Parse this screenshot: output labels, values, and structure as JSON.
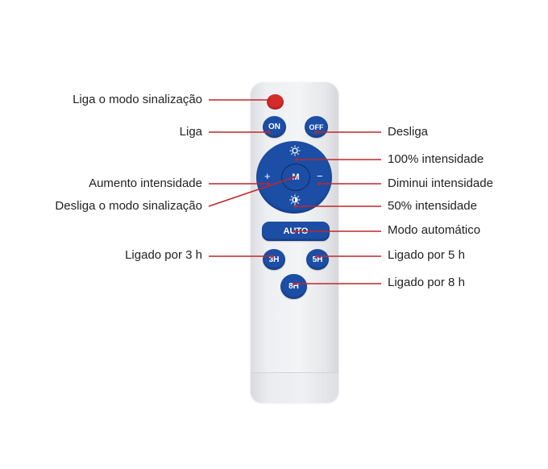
{
  "labels": {
    "liga_sinalizacao": "Liga o modo sinalização",
    "liga": "Liga",
    "desliga": "Desliga",
    "intensidade_100": "100% intensidade",
    "aumento_intensidade": "Aumento intensidade",
    "diminui_intensidade": "Diminui intensidade",
    "desliga_sinalizacao": "Desliga o modo sinalização",
    "intensidade_50": "50% intensidade",
    "modo_automatico": "Modo automático",
    "ligado_3h": "Ligado por 3 h",
    "ligado_5h": "Ligado por 5 h",
    "ligado_8h": "Ligado por 8 h"
  },
  "buttons": {
    "on": "ON",
    "off": "OFF",
    "m": "M",
    "plus": "+",
    "minus": "−",
    "auto": "AUTO",
    "h3": "3H",
    "h5": "5H",
    "h8": "8H"
  },
  "icons": {
    "brightness_full": "sun-icon",
    "brightness_half": "half-sun-icon"
  },
  "colors": {
    "leader_line": "#c0272d",
    "button_blue": "#1c4ea6",
    "signal_button": "#d42b2b"
  }
}
